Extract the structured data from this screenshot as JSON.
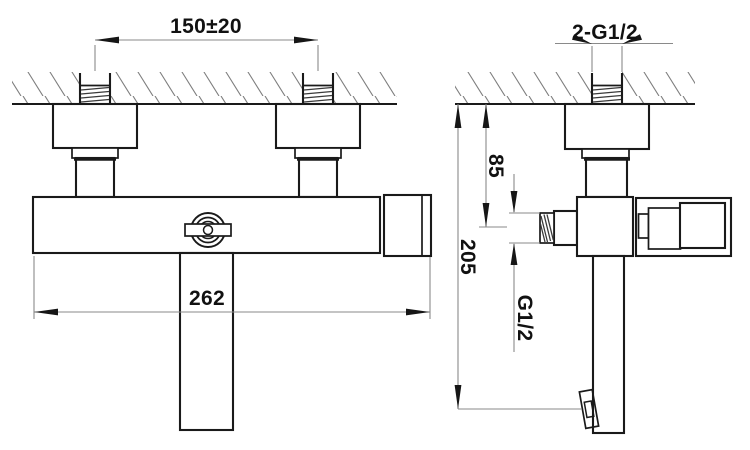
{
  "drawing": {
    "kind": "faucet wall-mount installation drawing",
    "views": [
      "front",
      "side"
    ]
  },
  "dims": {
    "spacing": "150±20",
    "body_width": "262",
    "inlet_threads": "2-G1/2",
    "outlet_offset": "85",
    "overall_drop": "205",
    "outlet_thread": "G1/2"
  },
  "dim_values": {
    "spacing_mm": 150,
    "spacing_tolerance_mm": 20,
    "body_width_mm": 262,
    "outlet_offset_mm": 85,
    "overall_drop_mm": 205
  },
  "colors": {
    "background": "#ffffff",
    "object_line": "#1a1a1a",
    "dimension_line": "#8a8a8a",
    "hatch_line": "#7d7d7d",
    "text": "#111111"
  }
}
